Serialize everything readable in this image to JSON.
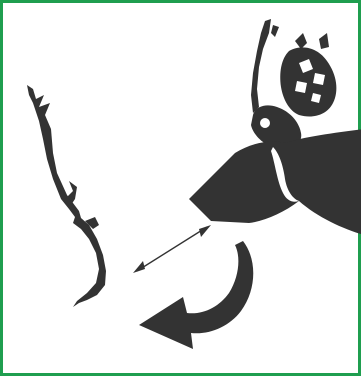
{
  "figure": {
    "border_color": "#1f9e4f",
    "ink_color": "#333333",
    "background": "#ffffff",
    "elements": [
      {
        "name": "flying-insect-icon",
        "description_kind": "icon"
      },
      {
        "name": "insect-wing-icon",
        "description_kind": "icon"
      },
      {
        "name": "severed-body-segment-icon",
        "description_kind": "icon"
      },
      {
        "name": "distance-double-arrow-icon",
        "description_kind": "icon"
      },
      {
        "name": "curved-return-arrow-icon",
        "description_kind": "icon"
      },
      {
        "name": "jagged-tail-icon",
        "description_kind": "icon"
      }
    ]
  }
}
